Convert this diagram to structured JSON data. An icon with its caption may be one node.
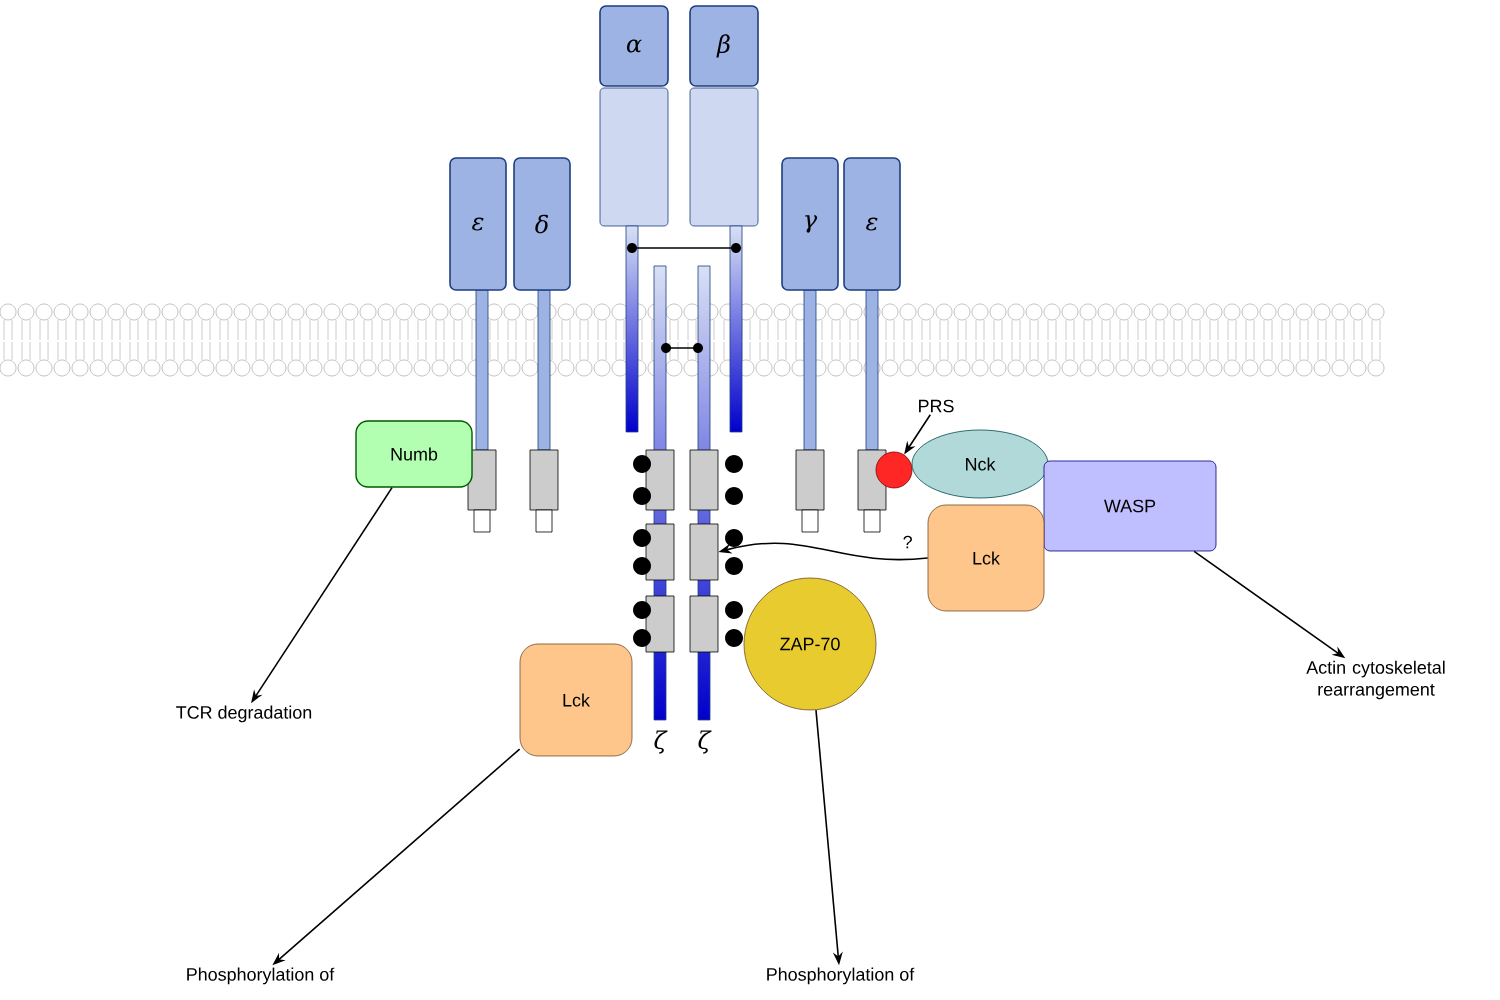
{
  "diagram": {
    "nodes": [
      {
        "text": [
          "α"
        ]
      },
      {
        "text": [
          "β"
        ]
      },
      {
        "text": [
          "ε"
        ]
      },
      {
        "text": [
          "δ"
        ]
      },
      {
        "text": [
          "γ"
        ]
      },
      {
        "text": [
          "ε"
        ]
      },
      {
        "text": [
          "PRS"
        ]
      },
      {
        "text": [],
        "shape": "circle"
      },
      {
        "text": [
          "Numb"
        ]
      },
      {
        "text": [
          "Nck"
        ]
      },
      {
        "text": [
          "WASP"
        ]
      },
      {
        "text": [],
        "shape": "box"
      },
      {
        "text": [
          "Lck"
        ]
      },
      {
        "text": [
          "ZAP-70"
        ]
      },
      {
        "text": [
          "Lck"
        ]
      },
      {
        "text": [
          "TCR degradation"
        ]
      },
      {
        "text": [
          "Actin cytoskeletal rearrangement"
        ]
      },
      {
        "text": [
          "Phosphorylation of"
        ]
      },
      {
        "text": [
          "Phosphorylation of"
        ]
      }
    ],
    "edges": [
      {
        "from": 6,
        "to": 7,
        "arrow": "to"
      },
      {
        "from": 12,
        "to": 11,
        "arrow": "to",
        "label": "?"
      },
      {
        "from": 8,
        "to": 15,
        "arrow": "to"
      },
      {
        "from": 10,
        "to": 16,
        "arrow": "to"
      },
      {
        "from": 14,
        "to": 17,
        "arrow": "to"
      },
      {
        "from": 13,
        "to": 18,
        "arrow": "to"
      }
    ],
    "labels": [
      "ζ",
      "ζ"
    ]
  }
}
